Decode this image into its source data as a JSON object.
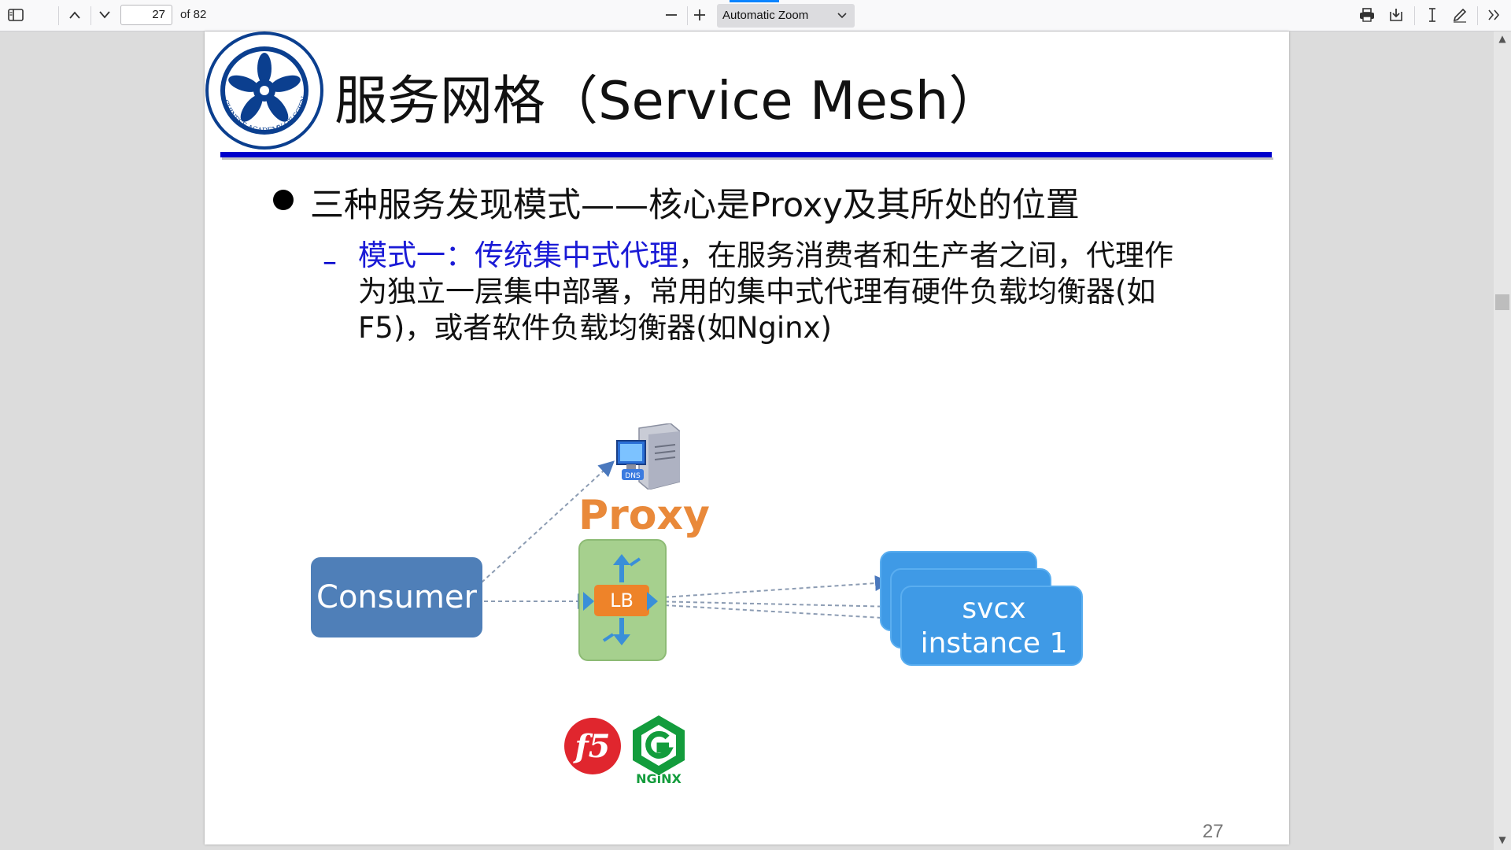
{
  "toolbar": {
    "page_current": "27",
    "page_count": "of 82",
    "zoom": "Automatic Zoom",
    "icons": [
      "sidebar-toggle-icon",
      "previous-page-icon",
      "next-page-icon",
      "zoom-out-icon",
      "zoom-in-icon",
      "print-icon",
      "download-icon",
      "text-select-icon",
      "draw-icon",
      "more-tools-icon"
    ]
  },
  "slide": {
    "title": "服务网格（Service Mesh）",
    "bullet": "三种服务发现模式——核心是Proxy及其所处的位置",
    "sub_highlight": "模式一：传统集中式代理",
    "sub_line1_rest": "，在服务消费者和生产者之间，代理作",
    "sub_line2": "为独立一层集中部署，常用的集中式代理有硬件负载均衡器(如",
    "sub_line3": "F5)，或者软件负载均衡器(如Nginx)",
    "sub_dash": "–",
    "page_number": "27",
    "logo_text": "CHINESE ACADEMY OF SCIENCES"
  },
  "diagram": {
    "consumer": "Consumer",
    "proxy": "Proxy",
    "lb": "LB",
    "dns": "DNS",
    "svc_line1": "svcx",
    "svc_line2": "instance 1",
    "nginx": "NGiNX",
    "f5": "f5"
  },
  "colors": {
    "title_rule": "#0000cc",
    "highlight_text": "#1a1ad6",
    "consumer": "#4f7fb8",
    "proxy_label": "#e9893a",
    "proxy_box": "#a6d08e",
    "lb": "#ee8329",
    "service": "#3f9ae6",
    "f5": "#e0262e",
    "nginx": "#139c3c"
  }
}
